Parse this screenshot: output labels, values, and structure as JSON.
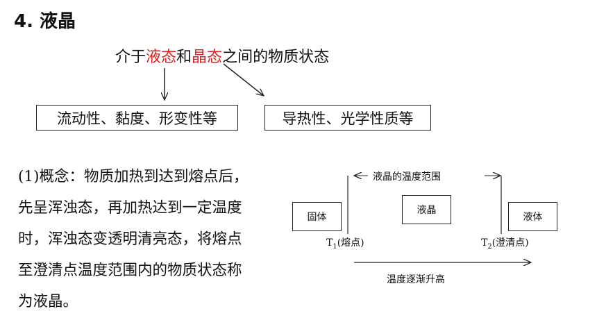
{
  "title": "4. 液晶",
  "headline": {
    "part1": "介于",
    "red1": "液态",
    "part2": "和",
    "red2": "晶态",
    "part3": "之间的物质状态"
  },
  "box_left": "流动性、黏度、形变性等",
  "box_right": "导热性、光学性质等",
  "paragraph_lines": [
    "(1)概念：物质加热到达到熔点后，",
    "先呈浑浊态，再加热达到一定温度",
    "时，浑浊态变透明清亮态，将熔点",
    "至澄清点温度范围内的物质状态称",
    "为液晶。"
  ],
  "diagram": {
    "range_label": "液晶的温度范围",
    "solid": "固体",
    "liquid_crystal": "液晶",
    "liquid": "液体",
    "t1_letter": "T",
    "t1_sub": "1",
    "t1_label": "(熔点)",
    "t2_letter": "T",
    "t2_sub": "2",
    "t2_label": "(澄清点)",
    "axis_label": "温度逐渐升高"
  },
  "colors": {
    "accent_red": "#e02020",
    "text": "#111111"
  }
}
